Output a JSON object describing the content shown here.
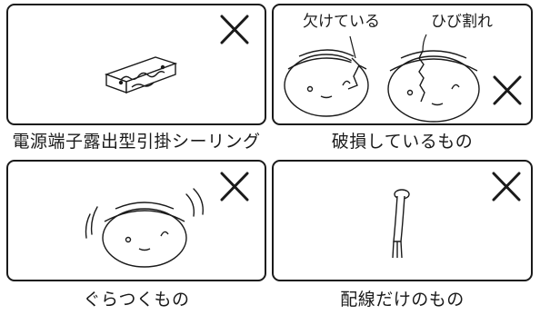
{
  "panels": [
    {
      "caption": "電源端子露出型引掛シーリング",
      "mark": "×"
    },
    {
      "caption": "破損しているもの",
      "mark": "×",
      "callouts": [
        "欠けている",
        "ひび割れ"
      ]
    },
    {
      "caption": "ぐらつくもの",
      "mark": "×"
    },
    {
      "caption": "配線だけのもの",
      "mark": "×"
    }
  ],
  "icons": [
    "x-mark-icon",
    "ceiling-terminal-icon",
    "detector-icon",
    "wire-icon"
  ]
}
